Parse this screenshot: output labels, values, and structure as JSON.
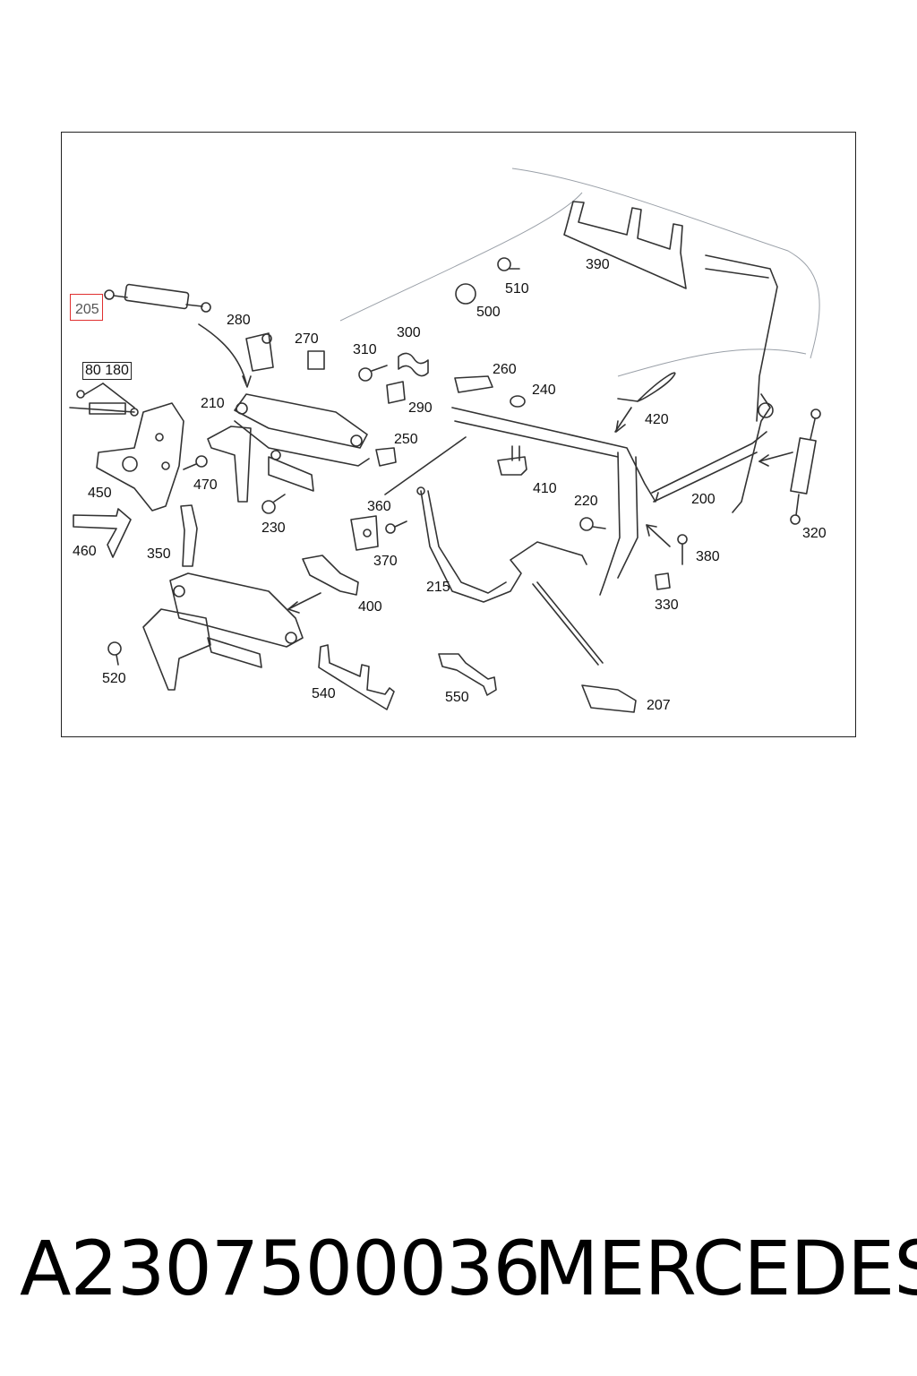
{
  "diagram": {
    "part_labels": {
      "p205": "205",
      "p280": "280",
      "p270": "270",
      "p310": "310",
      "p300": "300",
      "p290": "290",
      "p260": "260",
      "p240": "240",
      "p500": "500",
      "p510": "510",
      "p390": "390",
      "p80180": "80 180",
      "p210": "210",
      "p250": "250",
      "p420": "420",
      "p450": "450",
      "p470": "470",
      "p360": "360",
      "p410": "410",
      "p220": "220",
      "p200": "200",
      "p230": "230",
      "p320": "320",
      "p460": "460",
      "p350": "350",
      "p370": "370",
      "p380": "380",
      "p215": "215",
      "p400": "400",
      "p330": "330",
      "p520": "520",
      "p540": "540",
      "p550": "550",
      "p207": "207"
    }
  },
  "footer": {
    "part_number": "A2307500036",
    "brand": "MERCEDES"
  }
}
